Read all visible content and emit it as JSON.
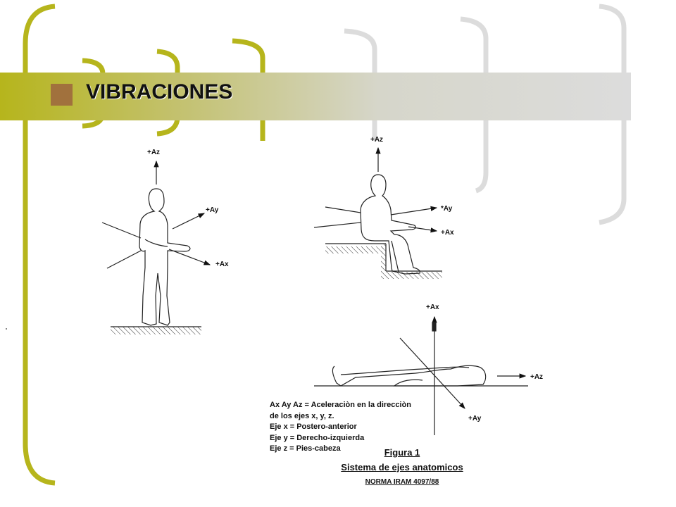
{
  "slide": {
    "title": "VIBRACIONES"
  },
  "figure": {
    "standing_labels": {
      "az": "+Az",
      "ay": "+Ay",
      "ax": "+Ax"
    },
    "seated_labels": {
      "az": "+Az",
      "ay": "*Ay",
      "ax": "+Ax"
    },
    "lying_labels": {
      "ax": "+Ax",
      "az": "+Az",
      "ay": "+Ay"
    },
    "legend": [
      "Ax Ay Az = Aceleraciòn en la direcciòn",
      "de los ejes x, y, z.",
      "Eje x = Postero-anterior",
      "Eje y = Derecho-izquierda",
      "Eje z = Pies-cabeza"
    ],
    "caption_title": "Figura 1",
    "caption_subtitle": "Sistema de ejes anatomicos",
    "caption_norm": "NORMA IRAM 4097/88"
  },
  "colors": {
    "olive": "#b6b51c",
    "gray_bracket": "#dcdcdc",
    "accent_square": "#a1713d"
  }
}
